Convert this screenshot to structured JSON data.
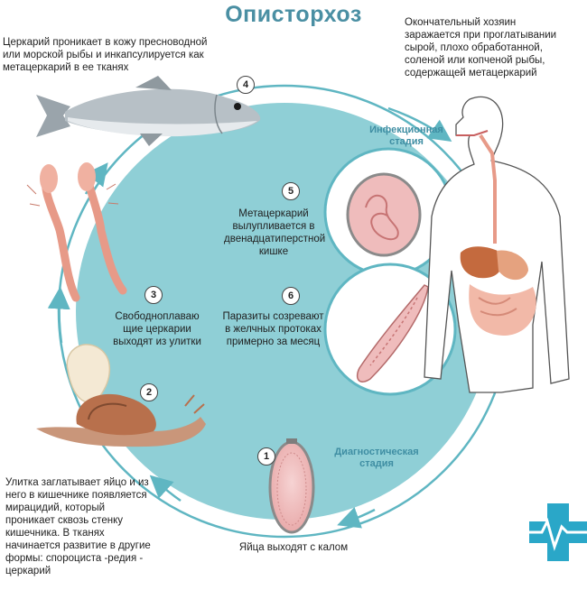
{
  "title": "Описторхоз",
  "stages": {
    "infection": [
      "Инфекционная",
      "стадия"
    ],
    "diagnostic": [
      "Диагностическая",
      "стадия"
    ]
  },
  "steps": [
    {
      "n": "1",
      "lines": [
        "Яйца выходят с калом"
      ]
    },
    {
      "n": "2",
      "lines": [
        "Улитка заглатывает яйцо и из",
        "него в кишечнике появляется",
        "мирацидий, который",
        "проникает сквозь стенку",
        "кишечника. В тканях",
        "начинается развитие в другие",
        "формы: спороциста -редия -",
        "церкарий"
      ]
    },
    {
      "n": "3",
      "lines": [
        "Свободноплаваю",
        "щие церкарии",
        "выходят из улитки"
      ]
    },
    {
      "n": "4",
      "lines": [
        "Церкарий проникает в кожу пресноводной",
        "или морской рыбы и инкапсулируется как",
        "метацеркарий в ее тканях"
      ]
    },
    {
      "n": "5",
      "lines": [
        "Метацеркарий",
        "вылупливается в",
        "двенадцатиперстной",
        "кишке"
      ]
    },
    {
      "n": "6",
      "lines": [
        "Паразиты созревают",
        "в желчных протоках",
        "примерно за месяц"
      ]
    }
  ],
  "host": {
    "lines": [
      "Окончательный хозяин",
      "заражается при проглатывании",
      "сырой, плохо обработанной,",
      "соленой или копченой рыбы,",
      "содержащей метацеркарий"
    ]
  },
  "colors": {
    "cycle": "#8fcfd6",
    "arrow": "#5fb6c2",
    "title": "#4a8fa3",
    "logo": "#2aa7c8"
  },
  "icons": [
    "fish-icon",
    "snail-icon",
    "cercaria-icon",
    "egg-icon",
    "metacercaria-icon",
    "adult-fluke-icon",
    "human-body-icon",
    "medical-cross-logo-icon"
  ]
}
